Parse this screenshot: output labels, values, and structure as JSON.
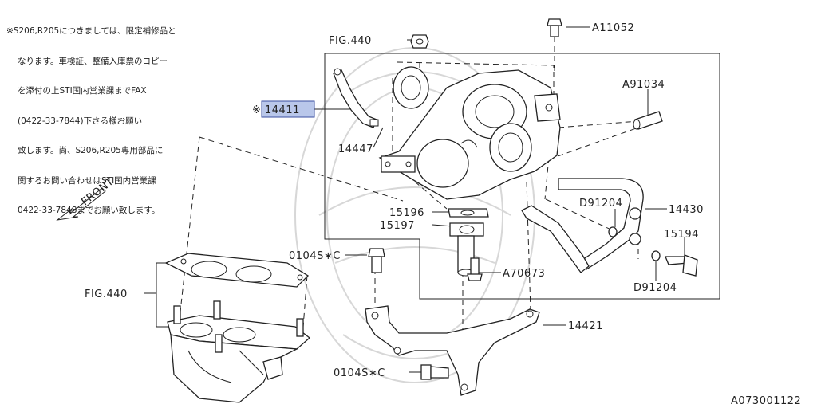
{
  "note_lines": [
    "※S206,R205につきましては、限定補修品と",
    "なります。車検証、整備入庫票のコピー",
    "を添付の上STI国内営業課までFAX",
    "(0422-33-7844)下さる様お願い",
    "致します。尚、S206,R205専用部品に",
    "関するお問い合わせはSTI国内営業課",
    "0422-33-7848までお願い致します。"
  ],
  "labels": {
    "fig440_top": "FIG.440",
    "a11052": "A11052",
    "a91034": "A91034",
    "p14411_mark": "※",
    "p14411": "14411",
    "p14447": "14447",
    "d91204_top": "D91204",
    "p14430": "14430",
    "p15196": "15196",
    "p15197": "15197",
    "p15194": "15194",
    "a70673": "A70673",
    "d91204_bottom": "D91204",
    "p0104s_top": "0104S∗C",
    "fig440_left": "FIG.440",
    "p14421": "14421",
    "p0104s_bottom": "0104S∗C",
    "front": "FRONT",
    "diagram_id": "A073001122"
  },
  "colors": {
    "highlight_fill": "#b9c7ea",
    "highlight_border": "#3a4fa0",
    "line": "#222222",
    "watermark": "#d7d7d7"
  }
}
